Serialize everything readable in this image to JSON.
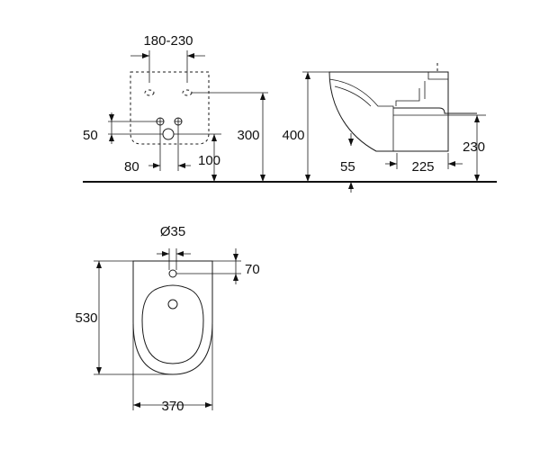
{
  "dimensions": {
    "hole_spacing": "180-230",
    "inlet_height": "50",
    "outlet_offset": "80",
    "outlet_height": "100",
    "fixing_height": "300",
    "total_height": "400",
    "wall_gap": "55",
    "depth_offset": "225",
    "drain_height": "230",
    "tap_hole_diameter": "Ø35",
    "tap_hole_offset": "70",
    "length": "530",
    "width": "370"
  },
  "colors": {
    "line": "#1a1a1a",
    "background": "#ffffff"
  }
}
